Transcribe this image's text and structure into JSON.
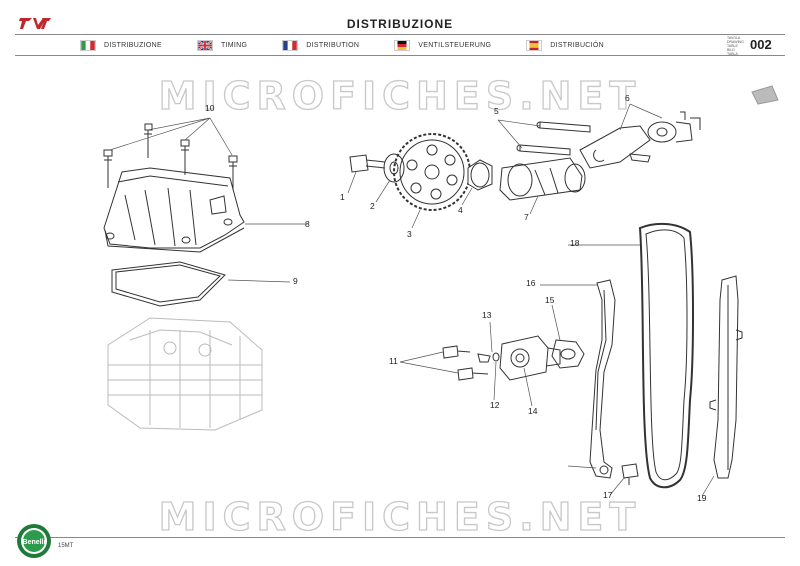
{
  "header": {
    "title": "DISTRIBUZIONE",
    "table_labels": [
      "TAVOLA",
      "DRAWING",
      "TABLE",
      "BILD",
      "TABLA"
    ],
    "table_number": "002"
  },
  "languages": [
    {
      "name": "DISTRIBUZIONE",
      "flag": "flag-italy-icon"
    },
    {
      "name": "TIMING",
      "flag": "flag-uk-icon"
    },
    {
      "name": "DISTRIBUTION",
      "flag": "flag-france-icon"
    },
    {
      "name": "VENTILSTEUERUNG",
      "flag": "flag-germany-icon"
    },
    {
      "name": "DISTRIBUCIÓN",
      "flag": "flag-spain-icon"
    }
  ],
  "watermark": "MICROFICHES.NET",
  "footer": {
    "model": "15MT",
    "brand": "Benelli"
  },
  "callouts": [
    "1",
    "2",
    "3",
    "4",
    "5",
    "6",
    "7",
    "8",
    "9",
    "10",
    "11",
    "12",
    "13",
    "14",
    "15",
    "16",
    "17",
    "18",
    "19"
  ],
  "colors": {
    "rule": "#888888",
    "line": "#333333"
  }
}
